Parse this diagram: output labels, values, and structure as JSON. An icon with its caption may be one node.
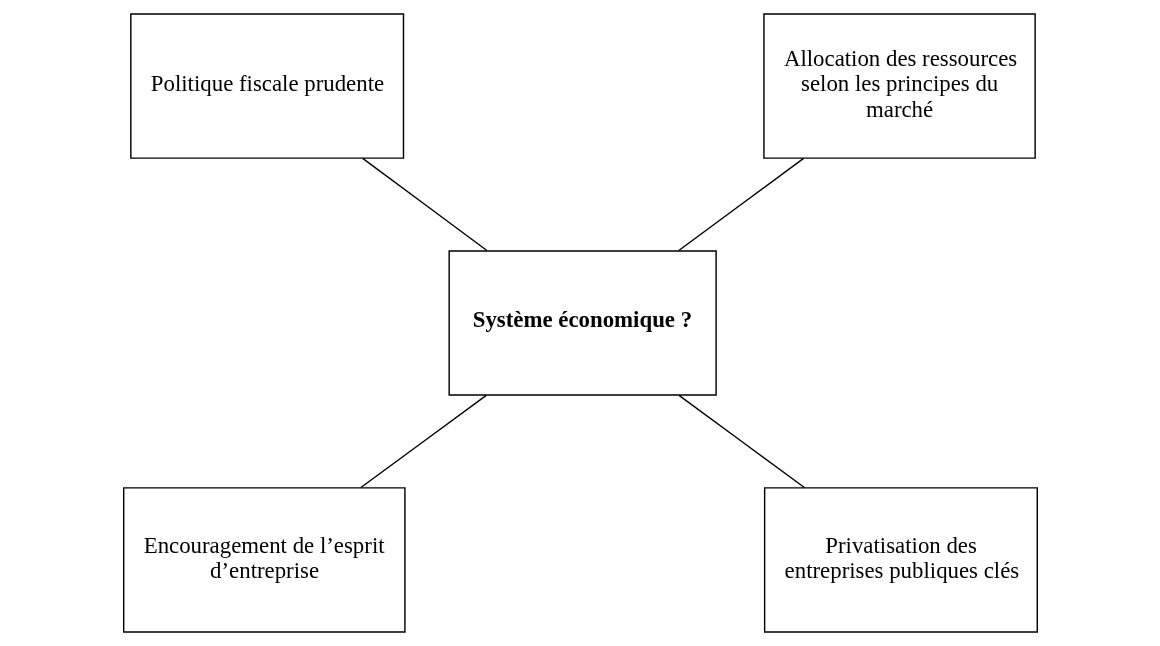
{
  "diagram": {
    "nodes": [
      {
        "text": [
          "Politique fiscale prudente"
        ]
      },
      {
        "text": [
          "Allocation des ressources selon les principes du marché"
        ]
      },
      {
        "text": [
          "Système économique ?"
        ]
      },
      {
        "text": [
          "Encouragement de l’esprit d’entreprise"
        ]
      },
      {
        "text": [
          "Privatisation des entreprises publiques clés"
        ]
      }
    ],
    "edges": [
      {
        "from": 0,
        "to": 2,
        "arrow": "none"
      },
      {
        "from": 1,
        "to": 2,
        "arrow": "none"
      },
      {
        "from": 2,
        "to": 3,
        "arrow": "none"
      },
      {
        "from": 2,
        "to": 4,
        "arrow": "none"
      }
    ]
  }
}
